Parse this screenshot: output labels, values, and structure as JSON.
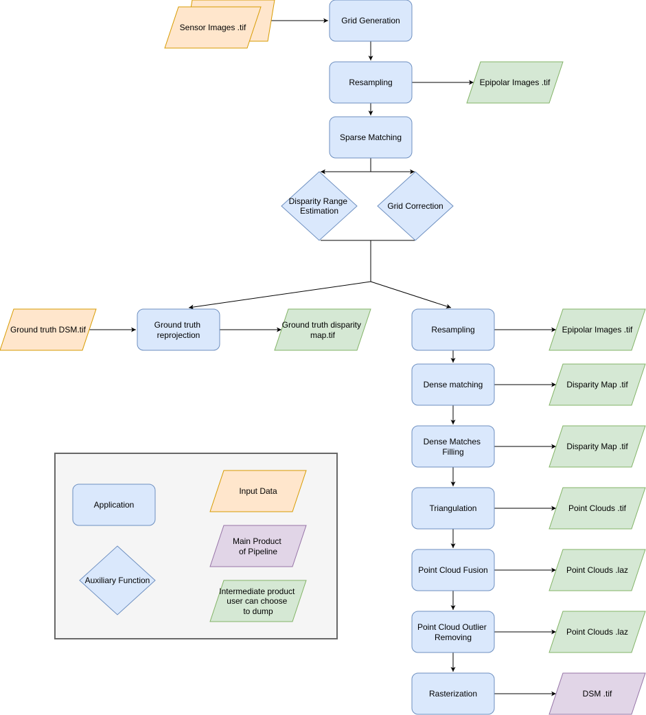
{
  "colors": {
    "app_fill": "#dae8fc",
    "app_stroke": "#6c8ebf",
    "input_fill": "#ffe6cc",
    "input_stroke": "#d79b00",
    "inter_fill": "#d5e8d4",
    "inter_stroke": "#82b366",
    "main_fill": "#e1d5e7",
    "main_stroke": "#9673a6",
    "legend_fill": "#f5f5f5",
    "legend_stroke": "#666666",
    "edge": "#000000"
  },
  "nodes": {
    "sensor_images": "Sensor Images .tif",
    "grid_generation": "Grid Generation",
    "resampling_1": "Resampling",
    "epipolar_images_1": "Epipolar Images .tif",
    "sparse_matching": "Sparse Matching",
    "disparity_range": [
      "Disparity Range",
      "Estimation"
    ],
    "grid_correction": "Grid Correction",
    "ground_truth_dsm": "Ground truth DSM.tif",
    "ground_truth_reprojection": [
      "Ground truth",
      "reprojection"
    ],
    "ground_truth_disparity": [
      "Ground truth disparity",
      "map.tif"
    ],
    "resampling_2": "Resampling",
    "epipolar_images_2": "Epipolar Images .tif",
    "dense_matching": "Dense matching",
    "disparity_map_1": "Disparity Map .tif",
    "dense_matches_filling": [
      "Dense Matches",
      "Filling"
    ],
    "disparity_map_2": "Disparity Map .tif",
    "triangulation": "Triangulation",
    "point_clouds_tif": "Point Clouds .tif",
    "point_cloud_fusion": "Point Cloud Fusion",
    "point_clouds_laz_1": "Point Clouds .laz",
    "point_cloud_outlier": [
      "Point Cloud Outlier",
      "Removing"
    ],
    "point_clouds_laz_2": "Point Clouds .laz",
    "rasterization": "Rasterization",
    "dsm": "DSM .tif"
  },
  "legend": {
    "application": "Application",
    "input_data": "Input Data",
    "main_product": [
      "Main Product",
      "of Pipeline"
    ],
    "auxiliary_function": "Auxiliary Function",
    "intermediate_product": [
      "Intermediate product",
      "user can choose",
      "to dump"
    ]
  }
}
